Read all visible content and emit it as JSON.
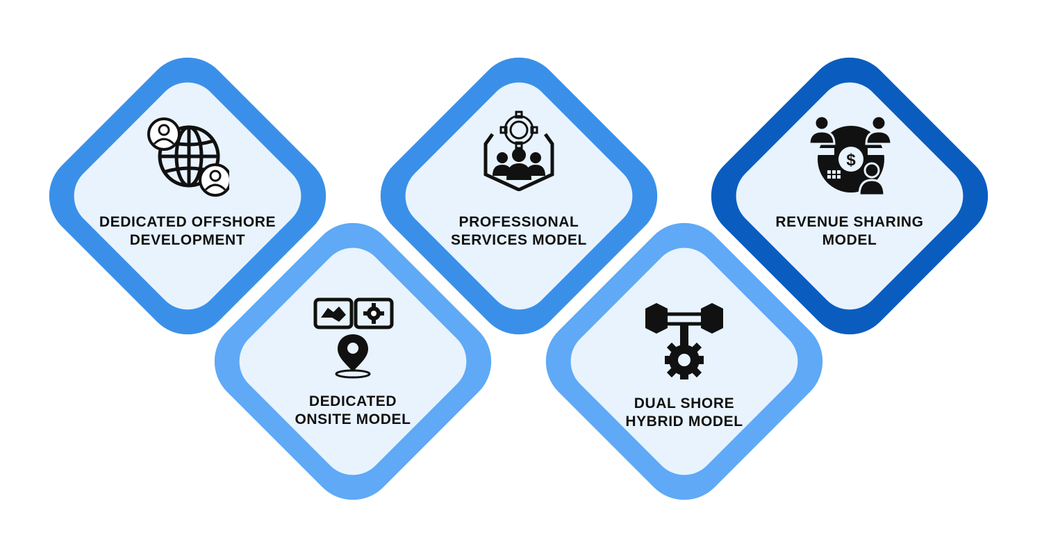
{
  "colors": {
    "ring_top": "#3a90e8",
    "ring_dark": "#0a5dbf",
    "ring_bottom": "#5fa9f6",
    "inner_fill": "#e8f3fd",
    "text": "#111111"
  },
  "models": [
    {
      "icon": "globe-people-icon",
      "line1": "DEDICATED OFFSHORE",
      "line2": "DEVELOPMENT"
    },
    {
      "icon": "gear-team-icon",
      "line1": "PROFESSIONAL",
      "line2": "SERVICES MODEL"
    },
    {
      "icon": "revenue-share-icon",
      "line1": "REVENUE SHARING",
      "line2": "MODEL"
    },
    {
      "icon": "handshake-location-icon",
      "line1": "DEDICATED",
      "line2": "ONSITE MODEL"
    },
    {
      "icon": "linked-blocks-gear-icon",
      "line1": "DUAL SHORE",
      "line2": "HYBRID MODEL"
    }
  ]
}
